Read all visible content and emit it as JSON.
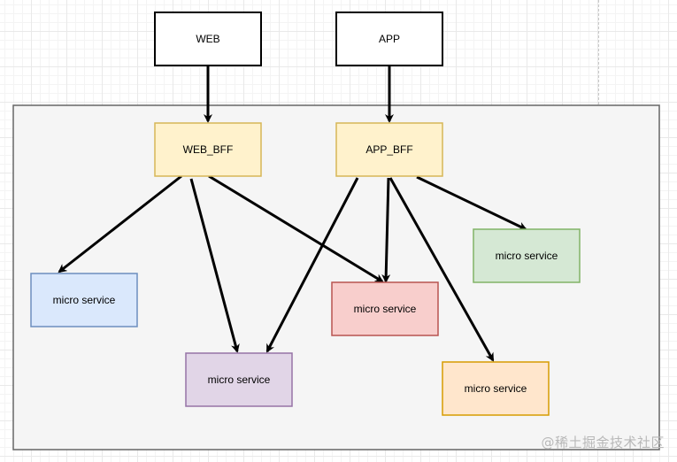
{
  "nodes": {
    "web": {
      "label": "WEB",
      "fill": "#ffffff",
      "stroke": "#000000"
    },
    "app": {
      "label": "APP",
      "fill": "#ffffff",
      "stroke": "#000000"
    },
    "web_bff": {
      "label": "WEB_BFF",
      "fill": "#fff2cc",
      "stroke": "#d6b656"
    },
    "app_bff": {
      "label": "APP_BFF",
      "fill": "#fff2cc",
      "stroke": "#d6b656"
    },
    "ms_blue": {
      "label": "micro service",
      "fill": "#dae8fc",
      "stroke": "#6c8ebf"
    },
    "ms_purple": {
      "label": "micro service",
      "fill": "#e1d5e7",
      "stroke": "#9673a6"
    },
    "ms_red": {
      "label": "micro service",
      "fill": "#f8cecc",
      "stroke": "#b85450"
    },
    "ms_green": {
      "label": "micro service",
      "fill": "#d5e8d4",
      "stroke": "#82b366"
    },
    "ms_orange": {
      "label": "micro service",
      "fill": "#ffe6cc",
      "stroke": "#d79b00"
    }
  },
  "container": {
    "fill": "#f5f5f5",
    "stroke": "#666666"
  },
  "edges": [
    {
      "from": "web",
      "to": "web_bff"
    },
    {
      "from": "app",
      "to": "app_bff"
    },
    {
      "from": "web_bff",
      "to": "ms_blue"
    },
    {
      "from": "web_bff",
      "to": "ms_purple"
    },
    {
      "from": "web_bff",
      "to": "ms_red"
    },
    {
      "from": "app_bff",
      "to": "ms_purple"
    },
    {
      "from": "app_bff",
      "to": "ms_red"
    },
    {
      "from": "app_bff",
      "to": "ms_orange"
    },
    {
      "from": "app_bff",
      "to": "ms_green"
    }
  ],
  "watermark": "@稀土掘金技术社区"
}
